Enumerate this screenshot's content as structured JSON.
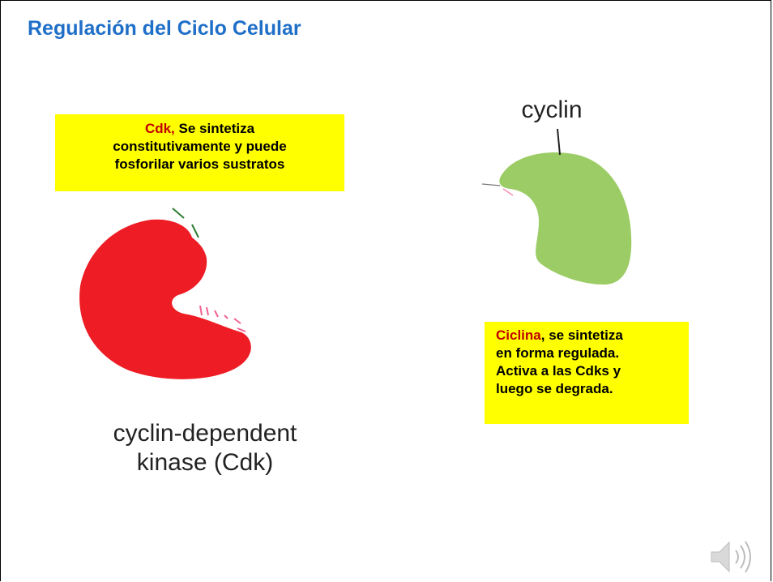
{
  "slide": {
    "title": "Regulación del Ciclo Celular"
  },
  "cdk_callout": {
    "highlight": "Cdk,",
    "line1_rest": " Se sintetiza",
    "line2": "constitutivamente y puede",
    "line3": "fosforilar varios sustratos"
  },
  "cyclin_callout": {
    "highlight": "Ciclina",
    "line1_rest": ", se sintetiza",
    "line2": "en forma regulada.",
    "line3": "Activa a las Cdks y",
    "line4": "luego se degrada."
  },
  "diagram": {
    "cdk_label_line1": "cyclin-dependent",
    "cdk_label_line2": "kinase (Cdk)",
    "cyclin_label": "cyclin",
    "colors": {
      "cdk": "#ee1c25",
      "cyclin": "#9ccc65",
      "title": "#1f6fc8",
      "callout_bg": "#ffff00",
      "highlight": "#c00000"
    }
  },
  "icons": {
    "audio": "speaker-icon"
  }
}
